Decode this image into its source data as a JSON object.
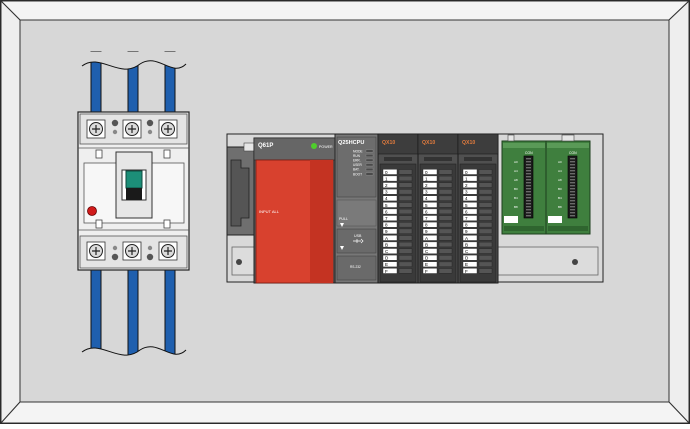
{
  "colors": {
    "panel_face": "#d7d7d7",
    "panel_bevel": "#f4f4f4",
    "busbar_blue": "#1f5fae",
    "cpu_gray": "#777777",
    "power_red": "#d8412e",
    "io_dark": "#505050",
    "io_orange": "#e27b3d",
    "green_module": "#3f7f3e",
    "breaker_white": "#efefef",
    "handle_teal": "#1c8e78",
    "led_green": "#4fce2c",
    "red_dot": "#d11b1b"
  },
  "power_module": {
    "model": "Q61P",
    "led_label": "POWER",
    "front_text": "INPUT ALL"
  },
  "cpu_module": {
    "model": "Q25HCPU",
    "led_labels": [
      "MODE",
      "RUN",
      "ERR.",
      "USER",
      "BAT.",
      "BOOT"
    ],
    "pull_label": "PULL",
    "usb_label": "USB",
    "serial_label": "RS-232"
  },
  "io_modules": [
    {
      "model": "QX10",
      "points": [
        "0",
        "1",
        "2",
        "3",
        "4",
        "5",
        "6",
        "7",
        "8",
        "9",
        "A",
        "B",
        "C",
        "D",
        "E",
        "F"
      ]
    },
    {
      "model": "QX10",
      "points": [
        "0",
        "1",
        "2",
        "3",
        "4",
        "5",
        "6",
        "7",
        "8",
        "9",
        "A",
        "B",
        "C",
        "D",
        "E",
        "F"
      ]
    },
    {
      "model": "QX10",
      "points": [
        "0",
        "1",
        "2",
        "3",
        "4",
        "5",
        "6",
        "7",
        "8",
        "9",
        "A",
        "B",
        "C",
        "D",
        "E",
        "F"
      ]
    }
  ],
  "connector_modules": [
    {
      "label": "CON",
      "marks": [
        "A0",
        "A4",
        "A8",
        "B0",
        "B4",
        "B8"
      ]
    },
    {
      "label": "CON",
      "marks": [
        "A0",
        "A4",
        "A8",
        "B0",
        "B4",
        "B8"
      ]
    }
  ],
  "breaker": {
    "terminals_top": 3,
    "terminals_bottom": 3
  }
}
